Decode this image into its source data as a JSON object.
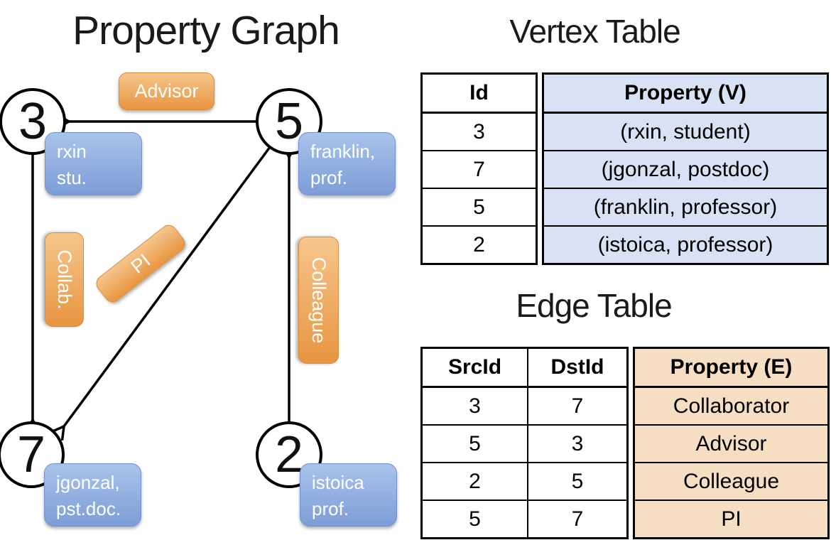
{
  "graph": {
    "title": "Property Graph",
    "nodes": [
      {
        "id": "3",
        "label_lines": [
          "rxin",
          "stu."
        ]
      },
      {
        "id": "5",
        "label_lines": [
          "franklin,",
          "prof."
        ]
      },
      {
        "id": "7",
        "label_lines": [
          "jgonzal,",
          "pst.doc."
        ]
      },
      {
        "id": "2",
        "label_lines": [
          "istoica",
          "prof."
        ]
      }
    ],
    "edge_labels": {
      "advisor": "Advisor",
      "collab": "Collab.",
      "pi": "PI",
      "colleague": "Colleague"
    }
  },
  "vertex_table": {
    "title": "Vertex Table",
    "columns": [
      "Id",
      "Property (V)"
    ],
    "rows": [
      [
        "3",
        "(rxin, student)"
      ],
      [
        "7",
        "(jgonzal, postdoc)"
      ],
      [
        "5",
        "(franklin, professor)"
      ],
      [
        "2",
        "(istoica, professor)"
      ]
    ]
  },
  "edge_table": {
    "title": "Edge Table",
    "columns": [
      "SrcId",
      "DstId",
      "Property (E)"
    ],
    "rows": [
      [
        "3",
        "7",
        "Collaborator"
      ],
      [
        "5",
        "3",
        "Advisor"
      ],
      [
        "2",
        "5",
        "Colleague"
      ],
      [
        "5",
        "7",
        "PI"
      ]
    ]
  },
  "colors": {
    "orange_light": "#F6C68C",
    "orange_dark": "#E89540",
    "orange_border": "#D78C35",
    "blue_light": "#A9C3EA",
    "blue_dark": "#7C9DD7",
    "blue_border": "#7590CB",
    "table_blue": "#D9E2F4",
    "table_peach": "#F6DEC3",
    "line_black": "#000000"
  }
}
